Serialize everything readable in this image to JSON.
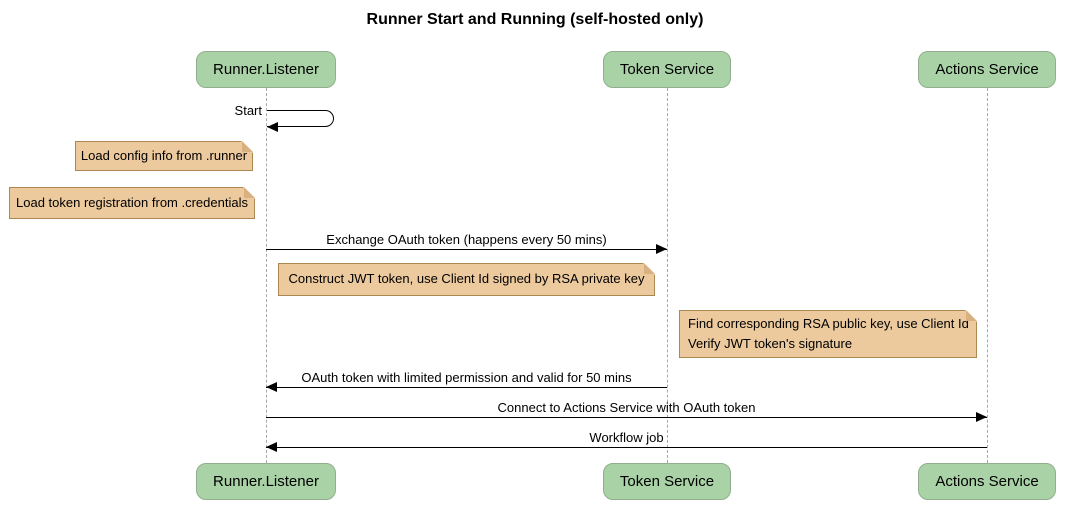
{
  "title": "Runner Start and Running (self-hosted only)",
  "colors": {
    "background": "#ffffff",
    "actor_fill": "#a9d3a6",
    "actor_border": "#90ae8d",
    "note_fill": "#ecca9e",
    "note_border": "#ab8752",
    "note_fold": "#d9b07f",
    "lifeline": "#a9a9a9",
    "message": "#000000"
  },
  "participants": [
    {
      "name": "Runner.Listener"
    },
    {
      "name": "Token Service"
    },
    {
      "name": "Actions Service"
    }
  ],
  "messages": {
    "start": "Start",
    "exchange": "Exchange OAuth token (happens every 50 mins)",
    "oauth_return": "OAuth token with limited permission and valid for 50 mins",
    "connect": "Connect to Actions Service with OAuth token",
    "workflow": "Workflow job"
  },
  "notes": {
    "load_config": "Load config info from .runner",
    "load_credentials": "Load token registration from .credentials",
    "construct_jwt": "Construct JWT token, use Client Id signed by RSA private key",
    "find_rsa_line1": "Find corresponding RSA public key, use Client Id",
    "find_rsa_line2": "Verify JWT token's signature"
  }
}
